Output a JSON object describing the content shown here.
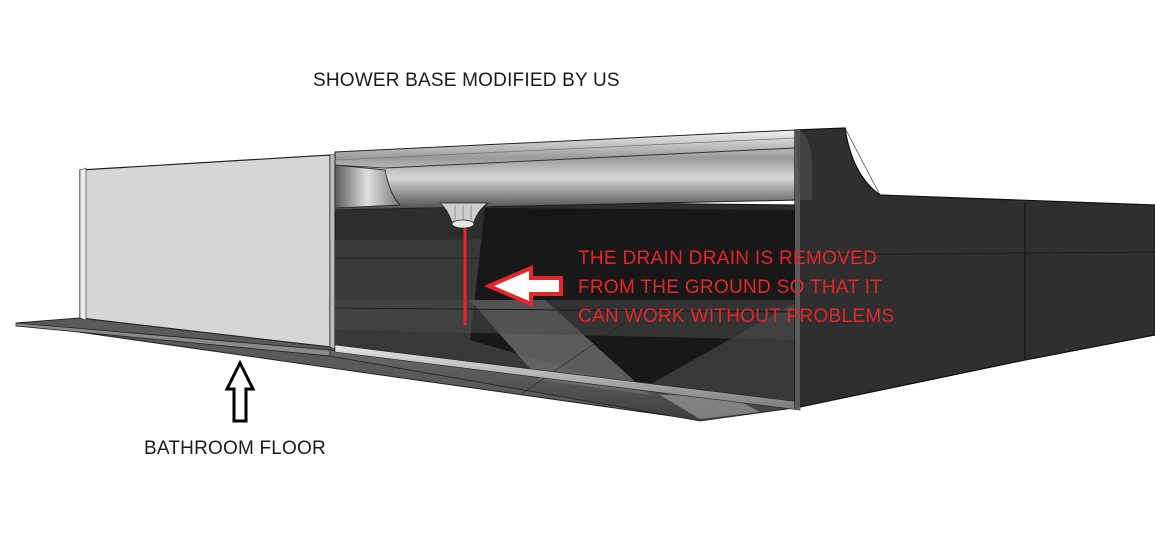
{
  "title": "SHOWER BASE MODIFIED BY US",
  "floor_label": "BATHROOM FLOOR",
  "note": {
    "lines": [
      "THE DRAIN DRAIN IS REMOVED",
      "FROM THE GROUND SO THAT IT",
      "CAN WORK WITHOUT PROBLEMS"
    ]
  },
  "colors": {
    "annotation": "#e5262c",
    "text": "#1a1a1a",
    "dark_body": "#2f2f2f",
    "light_panel": "#d6d6d6"
  }
}
